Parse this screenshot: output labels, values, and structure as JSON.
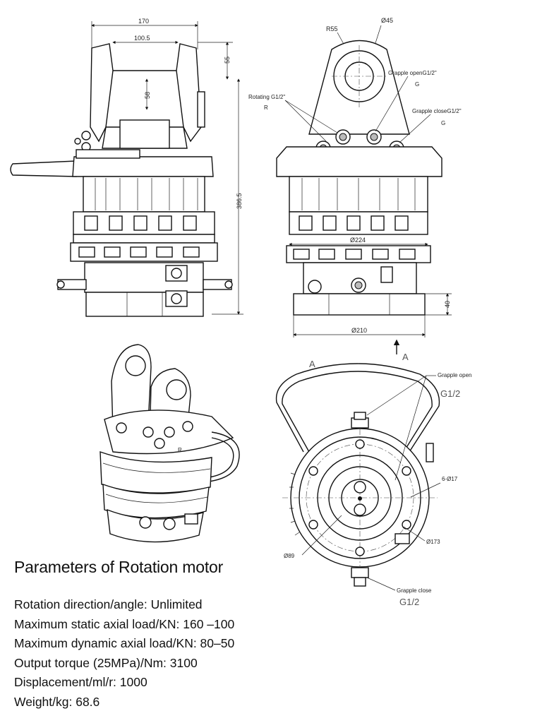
{
  "drawing": {
    "side_view": {
      "dim_width_top": "170",
      "dim_inner_width": "100.5",
      "dim_top_height": "55",
      "dim_pin_height": "58",
      "dim_total_height": "386.5"
    },
    "front_view": {
      "dim_radius": "R55",
      "dim_pin_dia": "Ø45",
      "dim_flange_dia": "Ø224",
      "dim_base_dia": "Ø210",
      "dim_base_height": "40",
      "port_rotating": "Rotating G1/2\"",
      "port_rotating_sym": "R",
      "port_grapple_open": "Grapple openG1/2\"",
      "port_grapple_open_sym": "G",
      "port_grapple_close": "Grapple closeG1/2\"",
      "port_grapple_close_sym": "G",
      "view_arrow": "A"
    },
    "iso_view": {
      "marking": "R"
    },
    "bottom_view": {
      "view_label": "A",
      "grapple_open": "Grapple open",
      "port_size_top": "G1/2",
      "holes": "6-Ø17",
      "pcd": "Ø173",
      "center_dia": "Ø89",
      "grapple_close": "Grapple close",
      "port_size_bottom": "G1/2"
    }
  },
  "parameters": {
    "title": "Parameters of  Rotation motor",
    "rows": [
      "Rotation direction/angle: Unlimited",
      "Maximum static axial load/KN: 160 –100",
      "Maximum dynamic axial load/KN: 80–50",
      "Output torque (25MPa)/Nm: 3100",
      "Displacement/ml/r: 1000",
      "Weight/kg: 68.6"
    ]
  }
}
